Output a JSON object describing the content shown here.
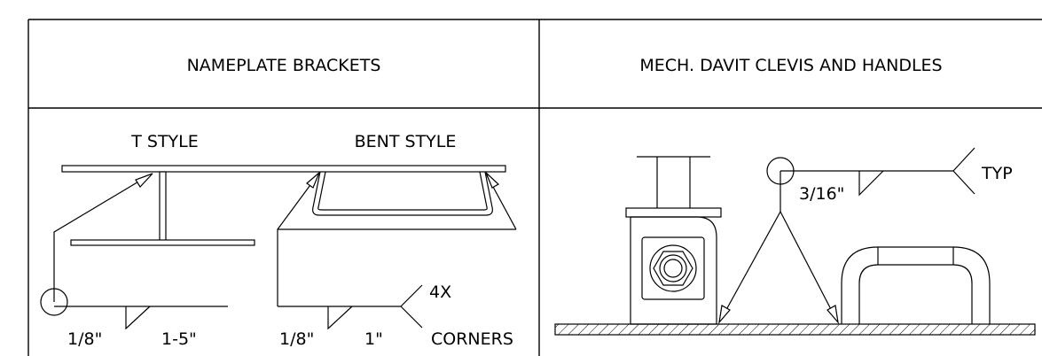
{
  "headers": {
    "left": "NAMEPLATE BRACKETS",
    "right": "MECH. DAVIT CLEVIS AND HANDLES"
  },
  "labels": {
    "t_style": "T STYLE",
    "bent_style": "BENT STYLE"
  },
  "welds": {
    "t_style": {
      "size": "1/8\"",
      "length": "1-5\""
    },
    "bent_style": {
      "size": "1/8\"",
      "length": "1\"",
      "tail_top": "4X",
      "tail_bottom": "CORNERS"
    },
    "davit": {
      "size": "3/16\"",
      "tail": "TYP"
    }
  },
  "colors": {
    "line": "#000000",
    "background": "#ffffff"
  }
}
